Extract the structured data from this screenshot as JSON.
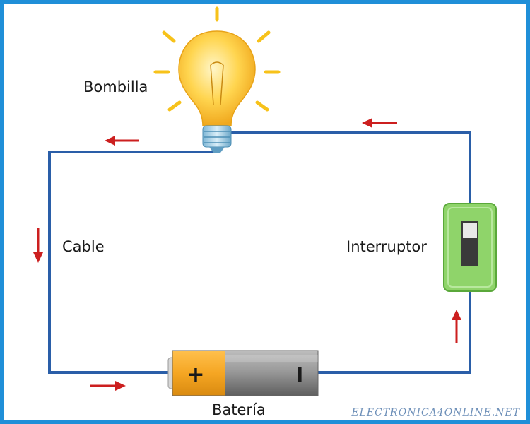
{
  "labels": {
    "bulb": "Bombilla",
    "wire": "Cable",
    "switch": "Interruptor",
    "battery": "Batería",
    "battery_plus": "+",
    "battery_minus": "I"
  },
  "watermark": "ELECTRONICA4ONLINE.NET",
  "colors": {
    "border": "#1f8fd8",
    "wire": "#2a5ea8",
    "arrow": "#cc1f1f",
    "bulb": "#ffd54f",
    "battery_positive": "#f5a623",
    "battery_body": "#8e8e8e",
    "switch_body": "#8fd46a"
  }
}
